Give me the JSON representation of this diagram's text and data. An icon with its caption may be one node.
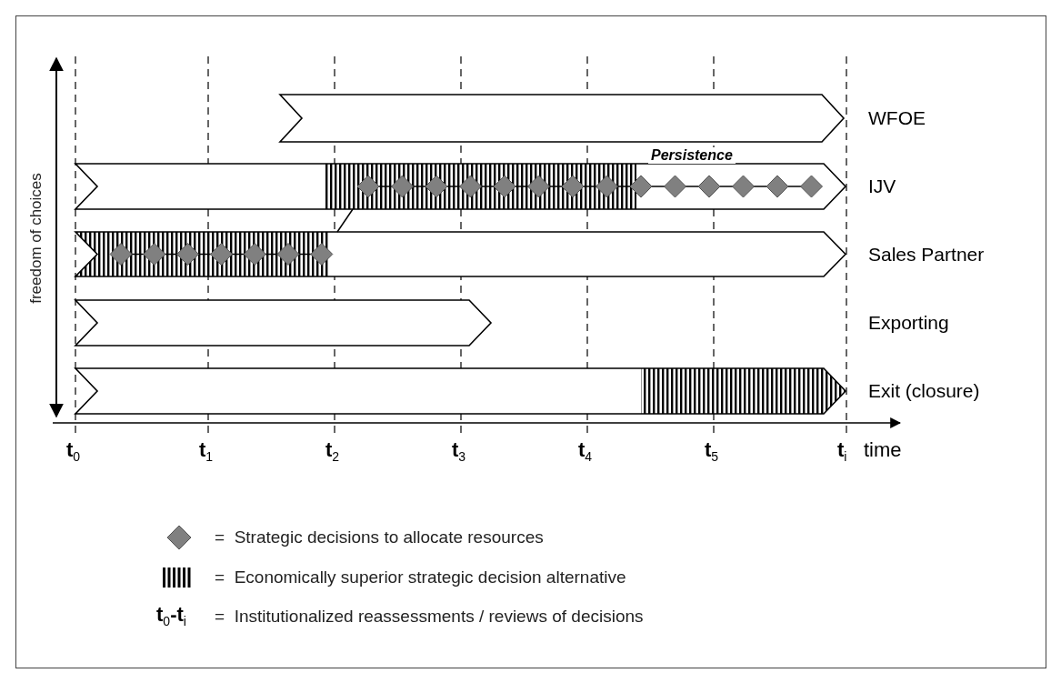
{
  "diagram": {
    "nodes": [
      {
        "text": [],
        "shape": "box",
        "beside": [
          "WFOE"
        ]
      },
      {
        "text": [],
        "shape": "box",
        "beside": [
          "IJV"
        ]
      },
      {
        "text": [],
        "shape": "box",
        "beside": [
          "Sales Partner"
        ]
      },
      {
        "text": [],
        "shape": "box"
      },
      {
        "text": [],
        "shape": "box",
        "beside": [
          "Exit (closure)"
        ]
      }
    ],
    "edges": [
      {
        "from": 2,
        "to": 1,
        "arrow": "none"
      }
    ],
    "labels": [
      "freedom of choices",
      "Persistence",
      "Exporting",
      "t$_{0}$",
      "t$_{1}$",
      "t$_{2}$",
      "t$_{3}$",
      "t$_{4}$",
      "t$_{5}$",
      "t$_{i}$",
      "time",
      "t$_{0}$-t$_{i}$"
    ],
    "legend": [
      {
        "text": "=  Strategic decisions to allocate resources"
      },
      {
        "text": "=  Economically superior strategic decision alternative"
      },
      {
        "text": "=  Institutionalized reassessments / reviews of decisions"
      }
    ]
  }
}
